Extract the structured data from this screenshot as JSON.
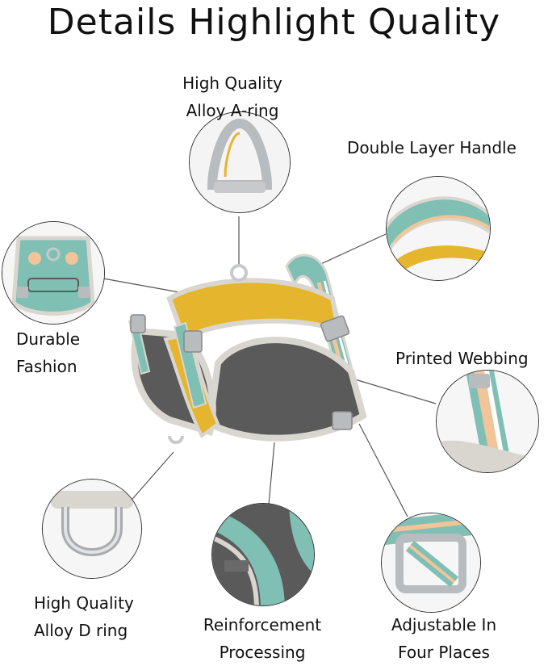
{
  "title": "Details Highlight Quality",
  "callouts": {
    "a_ring": [
      "High Quality",
      "Alloy A-ring"
    ],
    "handle": "Double Layer Handle",
    "fashion": [
      "Durable",
      "Fashion"
    ],
    "webbing": "Printed Webbing",
    "d_ring": [
      "High Quality",
      "Alloy D ring"
    ],
    "reinforcement": [
      "Reinforcement",
      "Processing"
    ],
    "adjustable": [
      "Adjustable In",
      "Four Places"
    ]
  },
  "colors": {
    "mustard": "#e6b52e",
    "teal": "#7fbfb4",
    "peach": "#f2c49a",
    "trim": "#d9d6cf",
    "mesh": "#5a5a5a",
    "buckle": "#b9bcbf",
    "metal": "#c7c9cc"
  }
}
